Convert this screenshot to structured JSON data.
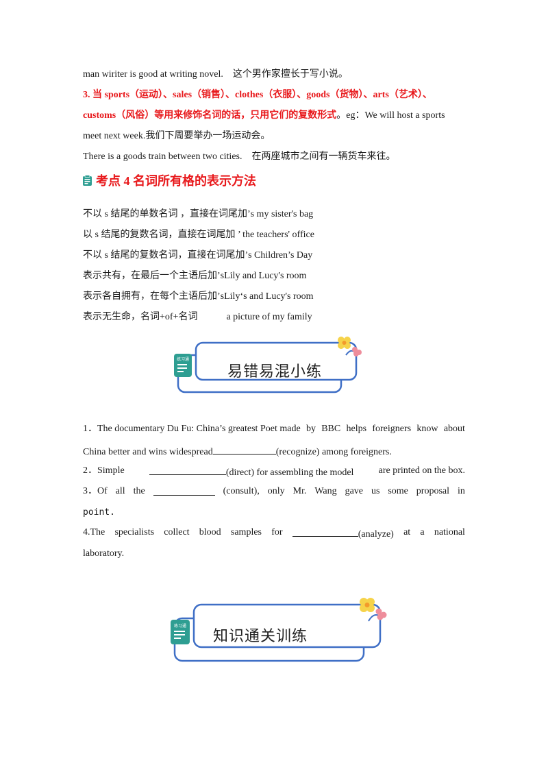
{
  "lines": {
    "l1": "man wiriter is good at writing novel.　这个男作家擅长于写小说。",
    "l2_red": "3. 当 sports（运动）、sales（销售）、clothes（衣服）、goods（货物）、arts（艺术）、",
    "l3_red": "customs（风俗）等用来修饰名词的话，只用它们的复数形式",
    "l3_rest": "。eg：We will host a sports",
    "l4": "meet next week.我们下周要举办一场运动会。",
    "l5": "There is a goods train between two cities.　在两座城市之间有一辆货车来往。"
  },
  "section_heading": "考点 4 名词所有格的表示方法",
  "possessive_rules": [
    "不以 s 结尾的单数名词 ，直接在词尾加’s my sister's bag",
    "以 s 结尾的复数名词，直接在词尾加 ’ the teachers' office",
    "不以 s 结尾的复数名词，直接在词尾加’s Children’s Day",
    "表示共有，在最后一个主语后加’sLily and Lucy's room",
    "表示各自拥有，在每个主语后加’sLily‘s and Lucy's room",
    "表示无生命，名词+of+名词　　　a picture of my family"
  ],
  "banner1": {
    "title": "易错易混小练",
    "badge": "练习通"
  },
  "banner2": {
    "title": "知识通关训练",
    "badge": "练习通"
  },
  "exercises": {
    "q1_line1": [
      "1．The documentary Du Fu: China’s greatest Poet made",
      "by",
      "BBC",
      "helps",
      "foreigners",
      "know",
      "about"
    ],
    "q1_line2_a": "China better and wins widespread",
    "q1_line2_b": "(recognize) among foreigners.",
    "q2_a": "2．Simple",
    "q2_b": "(direct) for assembling the model",
    "q2_c": "are printed on the box.",
    "q3_a": [
      "3．Of",
      "all",
      "the"
    ],
    "q3_b": [
      "(consult),",
      "only",
      "Mr.",
      "Wang",
      "gave",
      "us",
      "some",
      "proposal",
      "in"
    ],
    "q3_line2": "point.",
    "q4_a": [
      "4.The",
      "specialists",
      "collect",
      "blood",
      "samples",
      "for"
    ],
    "q4_b": [
      "(analyze)",
      "at",
      "a",
      "national"
    ],
    "q4_line2": "laboratory."
  },
  "colors": {
    "red": "#e8191c",
    "banner_blue": "#3f6fc6",
    "badge_teal": "#2e9e92",
    "flower_yellow": "#f6d34a",
    "flower_pink": "#ee8d9b"
  }
}
